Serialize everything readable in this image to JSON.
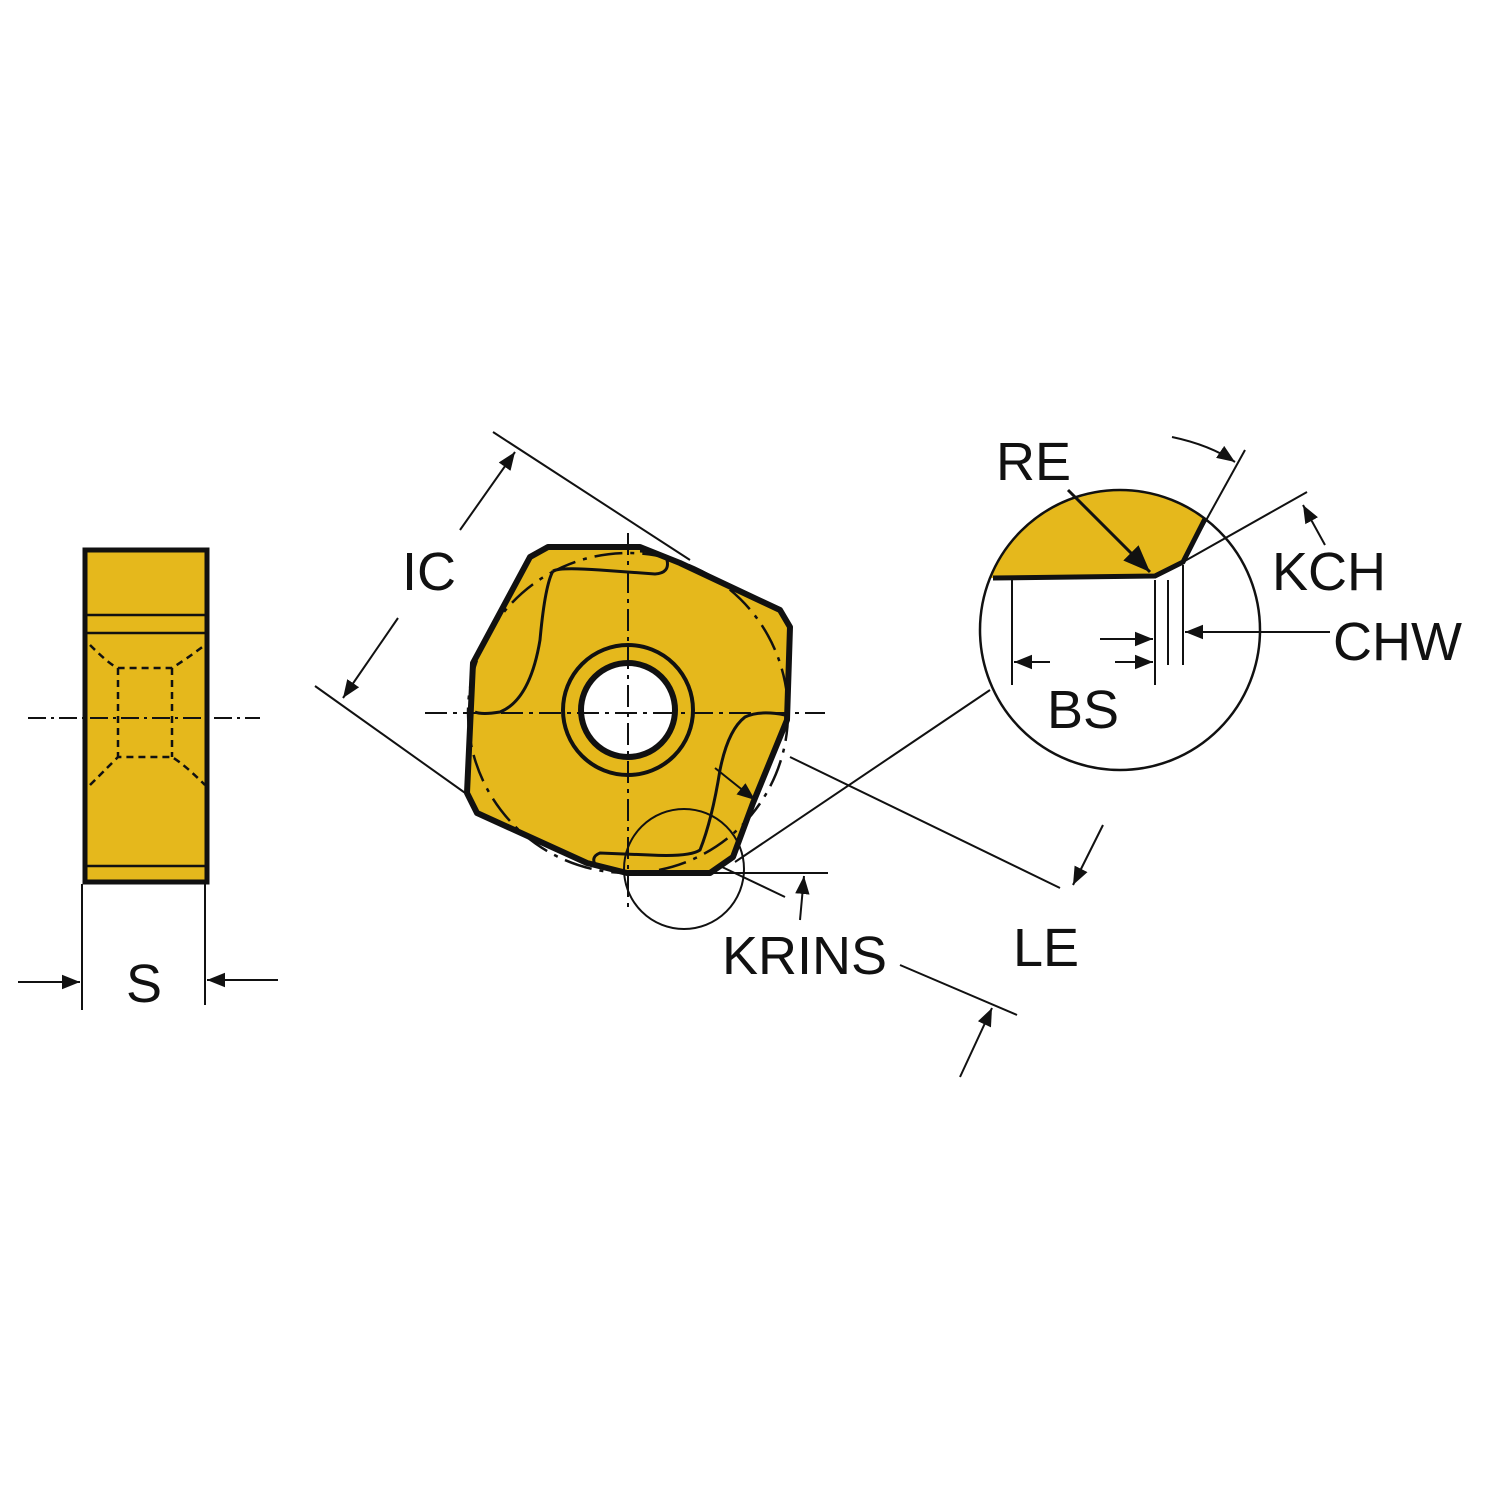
{
  "labels": {
    "ic": "IC",
    "re": "RE",
    "kch": "KCH",
    "chw": "CHW",
    "bs": "BS",
    "le": "LE",
    "krins": "KRINS",
    "s": "S"
  },
  "colors": {
    "insert": "#E5B81C",
    "line": "#111111"
  }
}
